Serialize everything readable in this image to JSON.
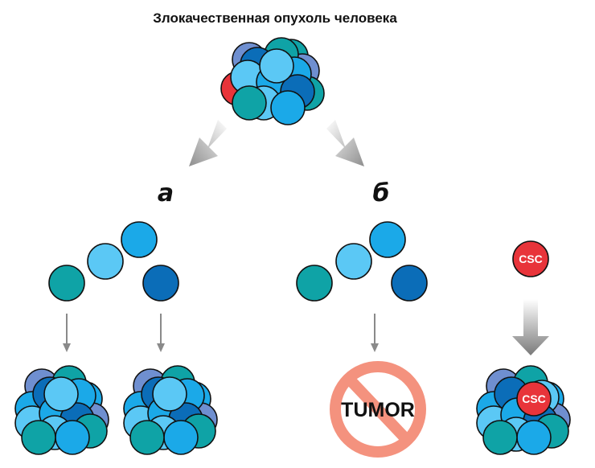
{
  "title": "Злокачественная опухоль человека",
  "labels": {
    "a": "а",
    "b": "б"
  },
  "csc_label": "CSC",
  "tumor_label": "TUMOR",
  "colors": {
    "light_blue": "#5BC8F5",
    "sky_blue": "#1BA9E8",
    "dark_blue": "#0B6DB8",
    "teal": "#0FA3A6",
    "periwinkle": "#6F8FD0",
    "csc_red": "#E8343A",
    "prohibit_salmon": "#F4927E",
    "arrow_gray": "#8A8A8A"
  }
}
